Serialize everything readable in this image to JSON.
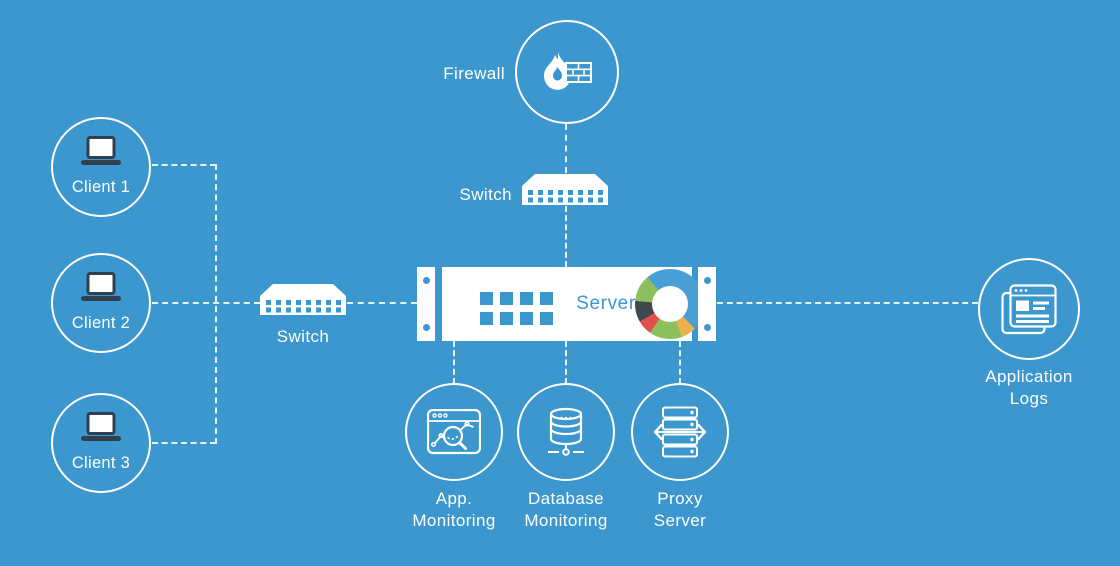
{
  "title": "Server monitoring network diagram",
  "colors": {
    "background": "#3B97CE",
    "line": "#FFFFFF",
    "icon_dark": "#31404F",
    "server_text": "#3B97CE"
  },
  "nodes": {
    "firewall": {
      "label": "Firewall",
      "icon": "flame-brick-wall-icon"
    },
    "switch_top": {
      "label": "Switch",
      "icon": "network-switch-icon"
    },
    "switch_left": {
      "label": "Switch",
      "icon": "network-switch-icon"
    },
    "server": {
      "label": "Server",
      "icon": "server-rack-donut-icon"
    },
    "client_1": {
      "label": "Client 1",
      "icon": "laptop-icon"
    },
    "client_2": {
      "label": "Client 2",
      "icon": "laptop-icon"
    },
    "client_3": {
      "label": "Client 3",
      "icon": "laptop-icon"
    },
    "app_monitoring": {
      "label": "App. Monitoring",
      "icon": "browser-chart-magnifier-icon"
    },
    "database_monitoring": {
      "label": "Database Monitoring",
      "icon": "database-stack-icon"
    },
    "proxy_server": {
      "label": "Proxy Server",
      "icon": "rack-arrows-icon"
    },
    "application_logs": {
      "label": "Application Logs",
      "icon": "stacked-log-pages-icon"
    }
  },
  "connections": [
    "firewall - switch_top",
    "switch_top - server",
    "server - app_monitoring",
    "server - database_monitoring",
    "server - proxy_server",
    "server - application_logs",
    "switch_left - server",
    "client_1 - switch_left",
    "client_2 - switch_left",
    "client_3 - switch_left"
  ],
  "server_donut": {
    "start_deg": -40,
    "segments": [
      {
        "name": "blue",
        "color": "#4A9FD8",
        "deg": 175
      },
      {
        "name": "yellow",
        "color": "#EDB04E",
        "deg": 25
      },
      {
        "name": "green",
        "color": "#8CC05E",
        "deg": 55
      },
      {
        "name": "red",
        "color": "#E2504E",
        "deg": 25
      },
      {
        "name": "charcoal",
        "color": "#3E4850",
        "deg": 35
      },
      {
        "name": "green-2",
        "color": "#8CBF5E",
        "deg": 45
      }
    ]
  }
}
